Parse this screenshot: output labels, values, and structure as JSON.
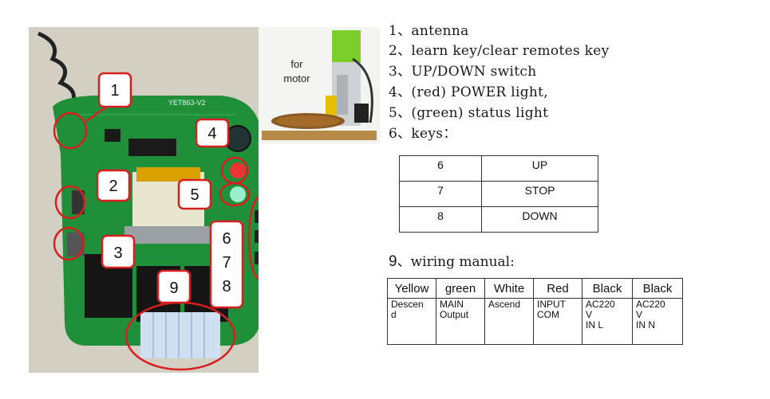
{
  "photo": {
    "board_label": "YET863-V2",
    "callouts": [
      "1",
      "2",
      "3",
      "4",
      "5",
      "6",
      "7",
      "8",
      "9"
    ]
  },
  "motor": {
    "label_line1": "for",
    "label_line2": "motor"
  },
  "legend": [
    "1、antenna",
    "2、learn key/clear remotes key",
    "3、UP/DOWN switch",
    "4、(red) POWER light,",
    "5、(green) status light",
    "6、keys："
  ],
  "keys_table": [
    {
      "key": "6",
      "action": "UP"
    },
    {
      "key": "7",
      "action": "STOP"
    },
    {
      "key": "8",
      "action": "DOWN"
    }
  ],
  "wiring": {
    "title_num": "9",
    "title_text": "、wiring manual:",
    "headers": [
      "Yellow",
      "green",
      "White",
      "Red",
      "Black",
      "Black"
    ],
    "cells": [
      "Descen\nd",
      "MAIN\nOutput",
      "Ascend",
      "INPUT\nCOM",
      "AC220\nV\nIN L",
      "AC220\nV\nIN N"
    ]
  },
  "colors": {
    "pcb": "#1f8f3a",
    "callout_red": "#d81e1e",
    "wall": "#cfcabc"
  }
}
